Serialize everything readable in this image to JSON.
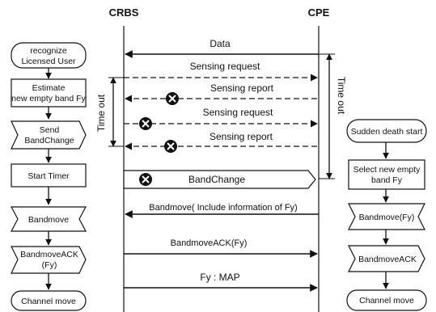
{
  "header": {
    "left": "CRBS",
    "right": "CPE"
  },
  "messages": {
    "data": "Data",
    "sensing_request_1": "Sensing request",
    "sensing_report_1": "Sensing report",
    "sensing_request_2": "Sensing request",
    "sensing_report_2": "Sensing report",
    "band_change": "BandChange",
    "bandmove": "Bandmove( Include information of Fy)",
    "bandmove_ack": "BandmoveACK(Fy)",
    "fy_map": "Fy : MAP"
  },
  "timeouts": {
    "left": "Time out",
    "right": "Time out"
  },
  "left_flow": [
    {
      "line1": "recognize",
      "line2": "Licensed User"
    },
    {
      "line1": "Estimate",
      "line2": "new empty band Fy"
    },
    {
      "line1": "Send",
      "line2": "BandChange"
    },
    {
      "line1": "Start Timer",
      "line2": ""
    },
    {
      "line1": "Bandmove",
      "line2": ""
    },
    {
      "line1": "BandmoveACK",
      "line2": "(Fy)"
    },
    {
      "line1": "Channel move",
      "line2": ""
    }
  ],
  "right_flow": [
    {
      "line1": "Sudden death start",
      "line2": ""
    },
    {
      "line1": "Select new empty",
      "line2": "band Fy"
    },
    {
      "line1": "Bandmove(Fy)",
      "line2": ""
    },
    {
      "line1": "BandmoveACK",
      "line2": ""
    },
    {
      "line1": "Channel move",
      "line2": ""
    }
  ],
  "colors": {
    "line": "#111111",
    "box_fill": "#ffffff",
    "cross_fill": "#111111"
  }
}
